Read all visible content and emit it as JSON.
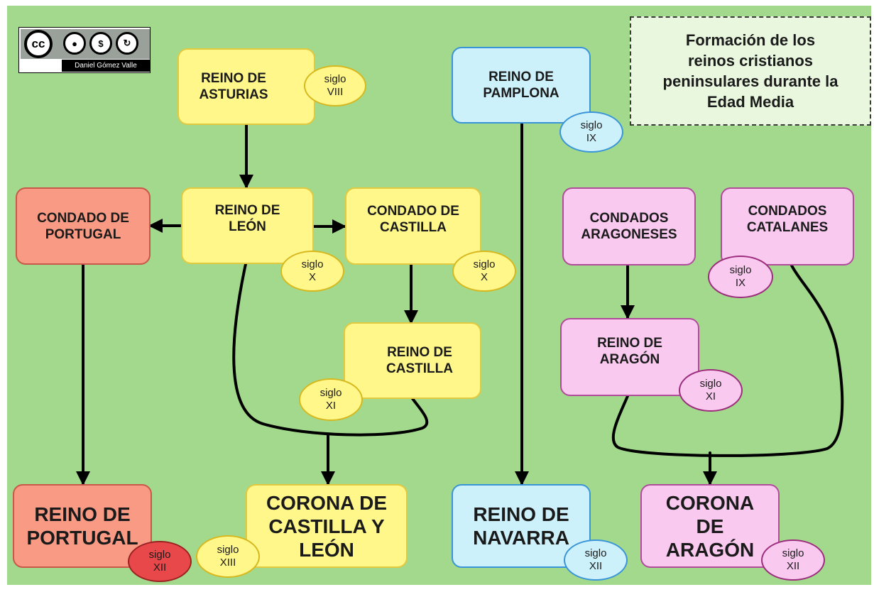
{
  "title": "Formación de los\nreinos cristianos\npeninsulares durante la\nEdad Media",
  "license": {
    "credit": "Daniel Gómez Valle",
    "cc_label": "cc"
  },
  "nodes": {
    "asturias": "REINO DE\nASTURIAS",
    "pamplona": "REINO DE\nPAMPLONA",
    "condado_portugal": "CONDADO DE\nPORTUGAL",
    "leon": "REINO DE\nLEÓN",
    "condado_castilla": "CONDADO DE\nCASTILLA",
    "condados_aragoneses": "CONDADOS\nARAGONESES",
    "condados_catalanes": "CONDADOS\nCATALANES",
    "castilla": "REINO DE\nCASTILLA",
    "aragon": "REINO DE\nARAGÓN",
    "portugal": "REINO DE\nPORTUGAL",
    "corona_castilla": "CORONA DE\nCASTILLA Y\nLEÓN",
    "navarra": "REINO DE\nNAVARRA",
    "corona_aragon": "CORONA\nDE\nARAGÓN"
  },
  "badges": {
    "asturias": "siglo\nVIII",
    "pamplona": "siglo\nIX",
    "leon": "siglo\nX",
    "condado_castilla": "siglo\nX",
    "condados_catalanes": "siglo\nIX",
    "castilla": "siglo\nXI",
    "aragon": "siglo\nXI",
    "portugal": "siglo\nXII",
    "corona_castilla": "siglo\nXIII",
    "navarra": "siglo\nXII",
    "corona_aragon": "siglo\nXII"
  },
  "colors": {
    "background": "#a3d98c",
    "castilla_branch": "#fff78a",
    "portugal_branch": "#f99b84",
    "navarra_branch": "#cdf1fb",
    "aragon_branch": "#f9c9ef",
    "lines": "#000000"
  }
}
